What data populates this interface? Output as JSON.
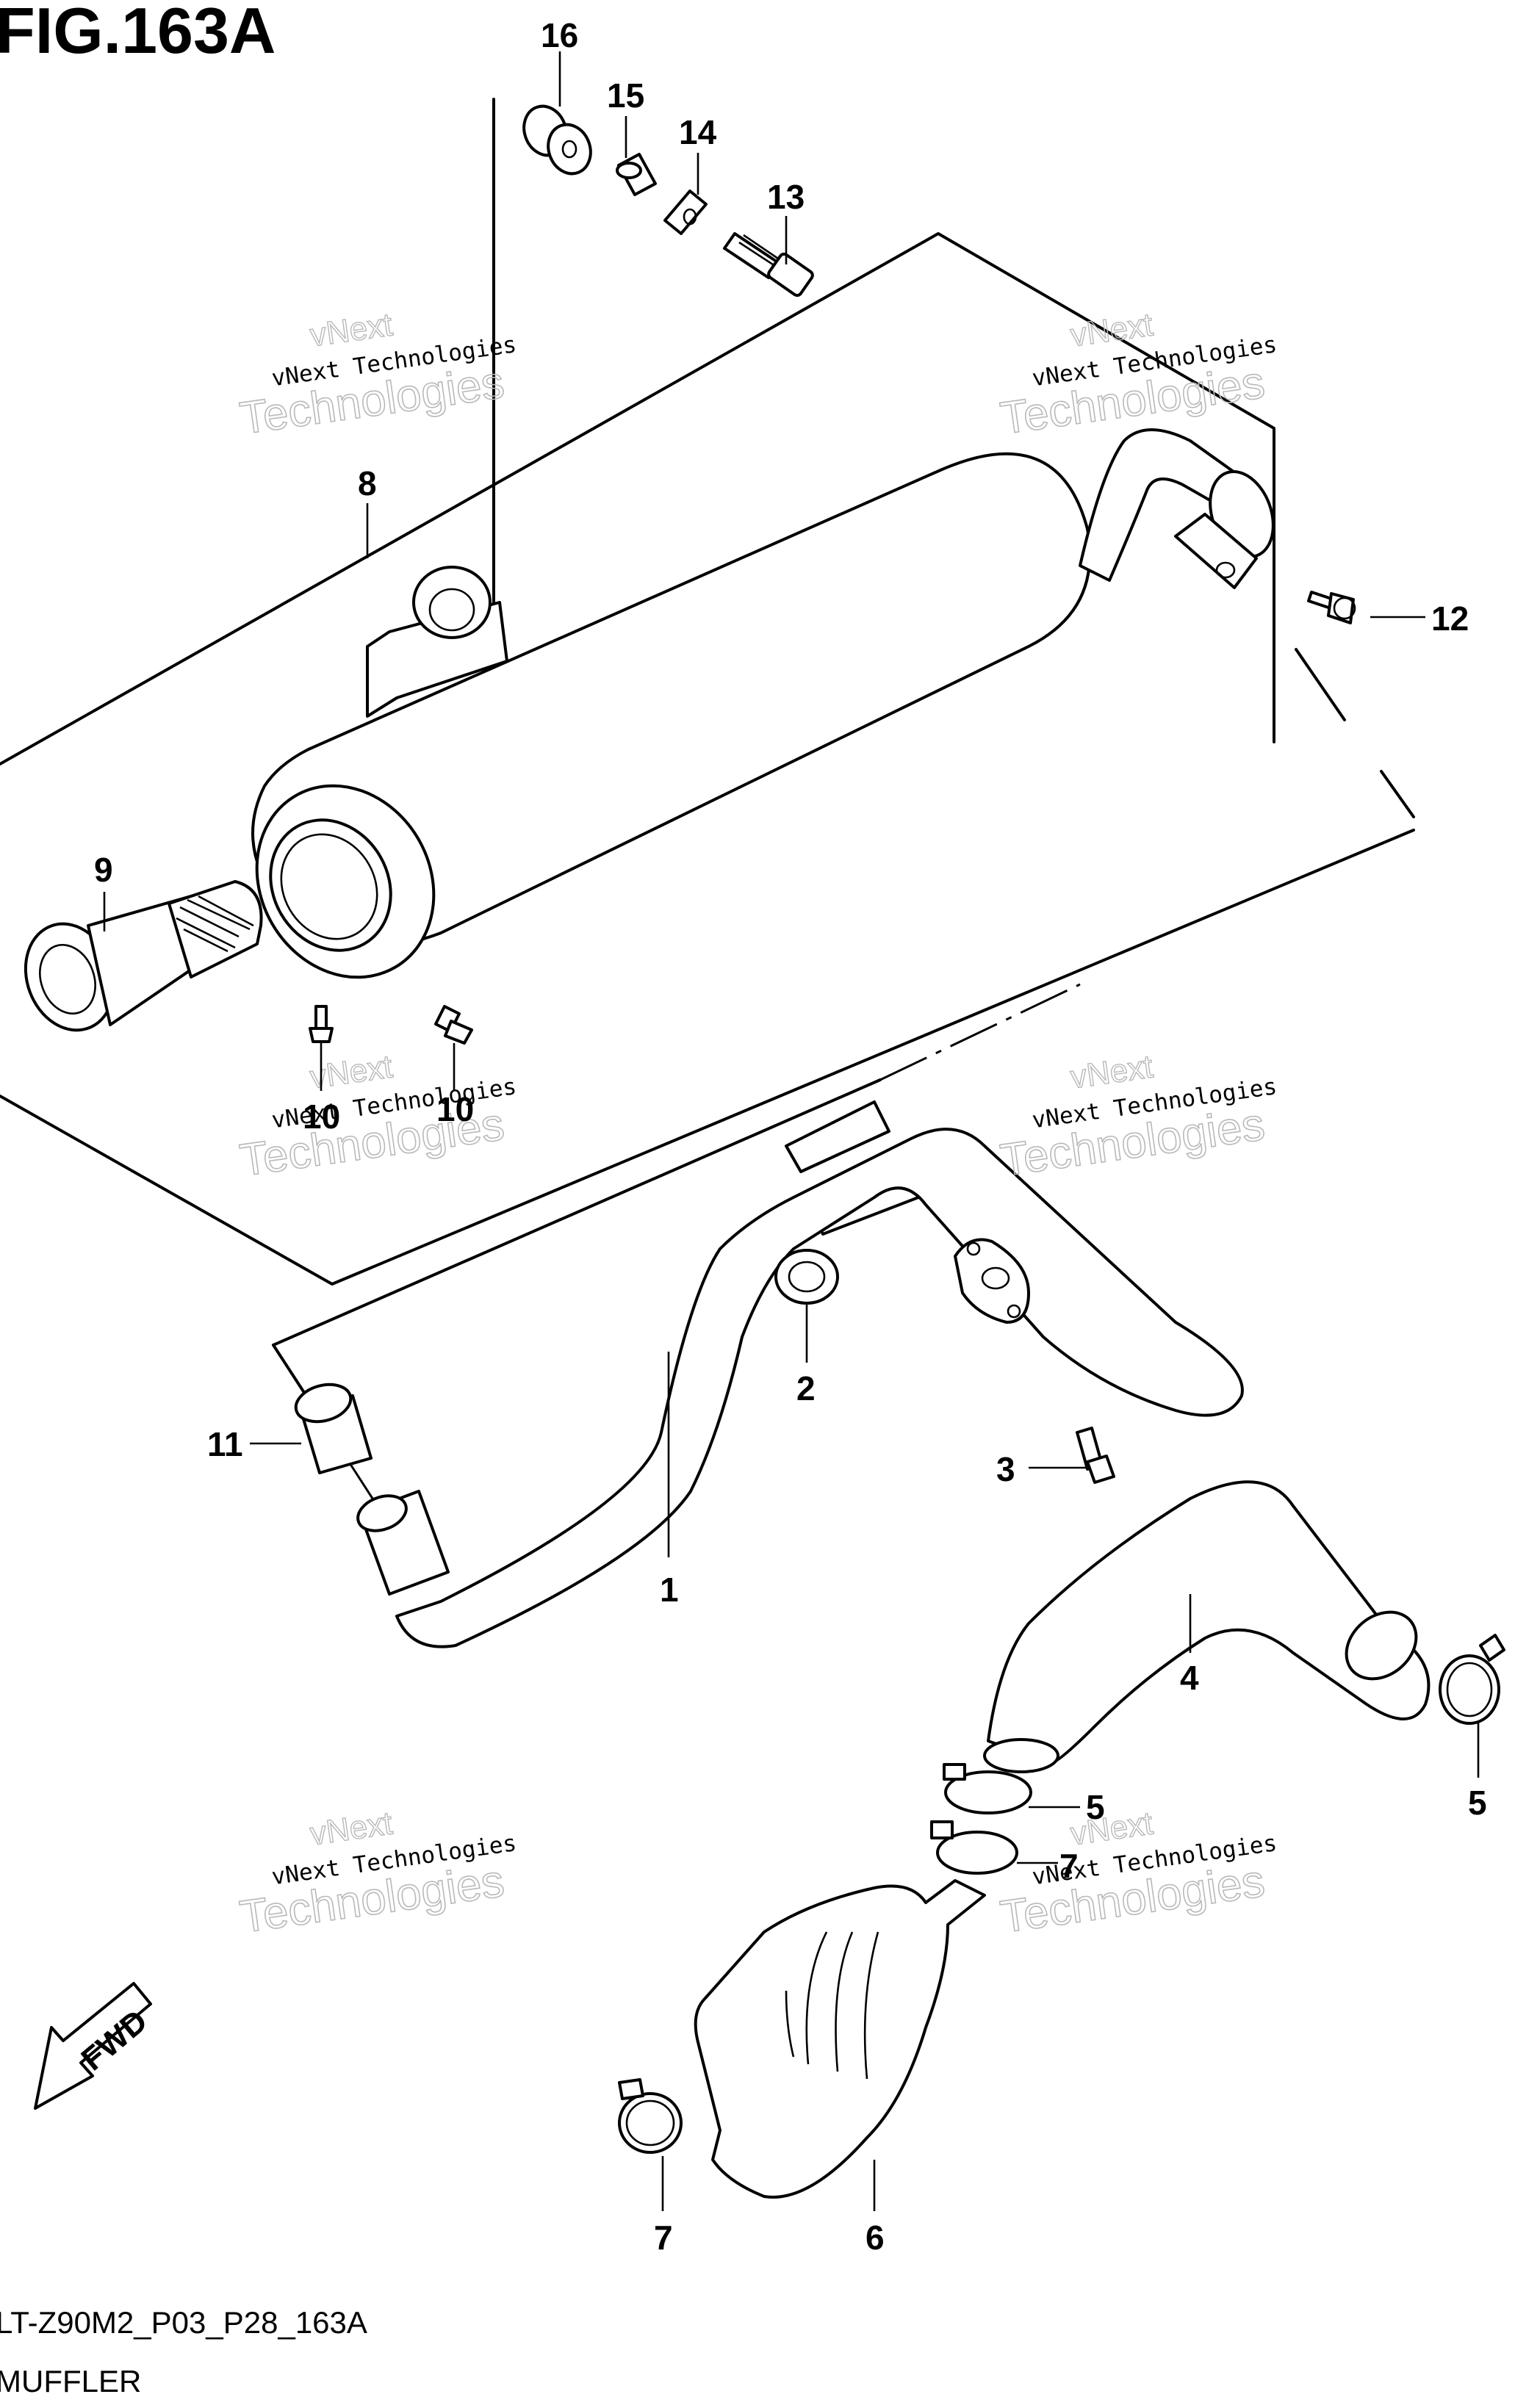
{
  "figure": {
    "title": "FIG.163A",
    "code": "LT-Z90M2_P03_P28_163A",
    "name": "MUFFLER"
  },
  "callouts": [
    {
      "num": "1"
    },
    {
      "num": "2"
    },
    {
      "num": "3"
    },
    {
      "num": "4"
    },
    {
      "num": "5"
    },
    {
      "num": "5"
    },
    {
      "num": "6"
    },
    {
      "num": "7"
    },
    {
      "num": "7"
    },
    {
      "num": "8"
    },
    {
      "num": "9"
    },
    {
      "num": "10"
    },
    {
      "num": "10"
    },
    {
      "num": "11"
    },
    {
      "num": "12"
    },
    {
      "num": "13"
    },
    {
      "num": "14"
    },
    {
      "num": "15"
    },
    {
      "num": "16"
    }
  ],
  "fwd_arrow": {
    "label": "FWD"
  },
  "watermark": {
    "line1": "vNext Technologies",
    "line2": "Technologies",
    "line3": "vNext"
  }
}
